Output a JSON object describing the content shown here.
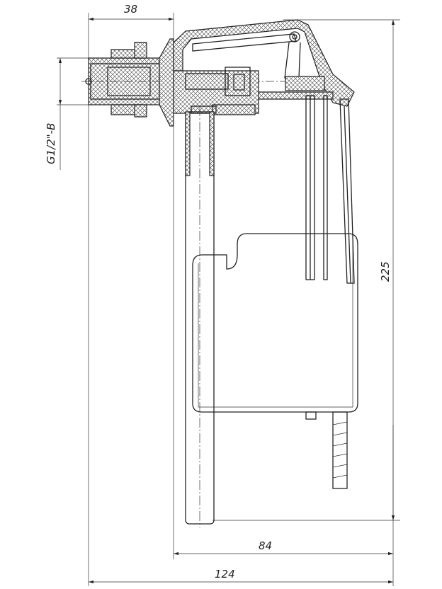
{
  "drawing": {
    "dimensions": {
      "inlet_offset": "38",
      "thread": "G1/2\"-B",
      "height": "225",
      "body_offset": "84",
      "total_width": "124"
    }
  }
}
